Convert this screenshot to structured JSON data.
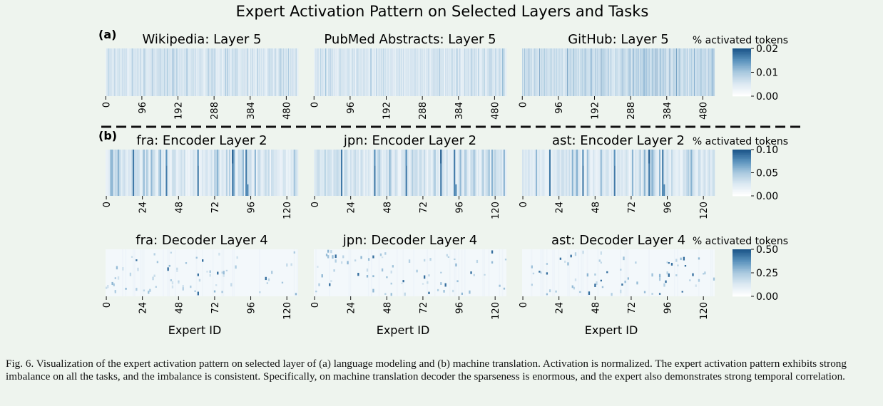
{
  "figure": {
    "title": "Expert Activation Pattern on Selected Layers and Tasks",
    "caption": "Fig. 6.  Visualization of the expert activation pattern on selected layer of (a) language modeling and (b) machine translation. Activation is normalized. The expert activation pattern exhibits strong imbalance on all the tasks, and the imbalance is consistent. Specifically, on machine translation decoder the sparseness is enormous, and the expert also demonstrates strong temporal correlation.",
    "colormap": [
      "#ffffff",
      "#dce9f2",
      "#a9c9df",
      "#5b93bd",
      "#1b5589"
    ]
  },
  "chart_data": [
    {
      "row": "a",
      "row_label": "(a)",
      "type": "heatmap",
      "colorbar_label": "% activated tokens",
      "colorbar_ticks": [
        "0.02",
        "0.01",
        "0.00"
      ],
      "vmin": 0,
      "vmax": 0.02,
      "experts": 512,
      "xticks": [
        "0",
        "96",
        "192",
        "288",
        "384",
        "480"
      ],
      "xlabel": "",
      "panels": [
        {
          "title": "Wikipedia: Layer 5"
        },
        {
          "title": "PubMed Abstracts: Layer 5"
        },
        {
          "title": "GitHub: Layer 5"
        }
      ]
    },
    {
      "row": "b",
      "row_label": "(b)",
      "type": "heatmap",
      "colorbar_label": "% activated tokens",
      "colorbar_ticks": [
        "0.10",
        "0.05",
        "0.00"
      ],
      "vmin": 0,
      "vmax": 0.1,
      "experts": 128,
      "xticks": [
        "0",
        "24",
        "48",
        "72",
        "96",
        "120"
      ],
      "xlabel": "",
      "panels": [
        {
          "title": "fra: Encoder Layer 2"
        },
        {
          "title": "jpn: Encoder Layer 2"
        },
        {
          "title": "ast: Encoder Layer 2"
        }
      ]
    },
    {
      "row": "c",
      "row_label": "",
      "type": "heatmap",
      "colorbar_label": "% activated tokens",
      "colorbar_ticks": [
        "0.50",
        "0.25",
        "0.00"
      ],
      "vmin": 0,
      "vmax": 0.5,
      "experts": 128,
      "xticks": [
        "0",
        "24",
        "48",
        "72",
        "96",
        "120"
      ],
      "xlabel": "Expert ID",
      "panels": [
        {
          "title": "fra: Decoder Layer 4"
        },
        {
          "title": "jpn: Decoder Layer 4"
        },
        {
          "title": "ast: Decoder Layer 4"
        }
      ]
    }
  ]
}
